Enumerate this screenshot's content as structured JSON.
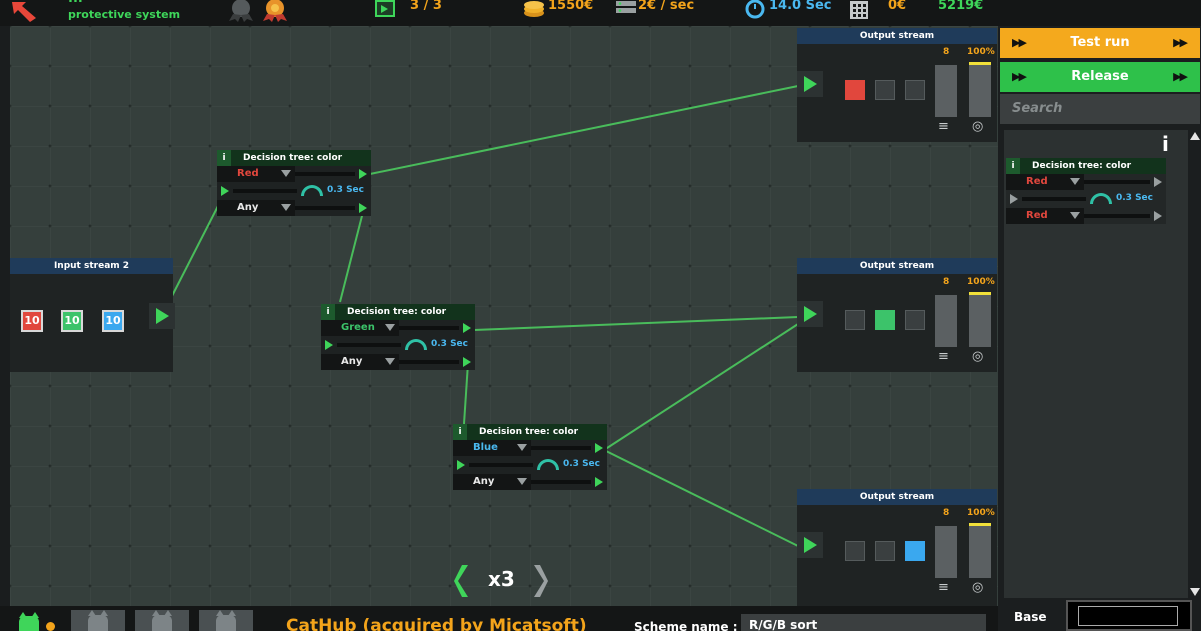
{
  "topbar": {
    "line1": "...",
    "subtitle": "protective system",
    "counter": "3 / 3",
    "money": "1550€",
    "income": "2€ / sec",
    "timer": "14.0 Sec",
    "cost": "0€",
    "total": "5219€"
  },
  "input_stream": {
    "title": "Input stream 2",
    "chips": [
      {
        "label": "10",
        "color": "#e1473d"
      },
      {
        "label": "10",
        "color": "#3cc36a"
      },
      {
        "label": "10",
        "color": "#3aa8ef"
      }
    ]
  },
  "output_streams": [
    {
      "title": "Output stream",
      "count": "8",
      "percent": "100%",
      "active_slot": 0,
      "active_color": "#e1473d"
    },
    {
      "title": "Output stream",
      "count": "8",
      "percent": "100%",
      "active_slot": 1,
      "active_color": "#3cc36a"
    },
    {
      "title": "Output stream",
      "count": "8",
      "percent": "100%",
      "active_slot": 2,
      "active_color": "#3aa8ef"
    }
  ],
  "nodes": [
    {
      "info": "i",
      "title": "Decision tree: color",
      "match": "Red",
      "match_color": "#e1473d",
      "speed": "0.3 Sec",
      "other": "Any"
    },
    {
      "info": "i",
      "title": "Decision tree: color",
      "match": "Green",
      "match_color": "#3cc36a",
      "speed": "0.3 Sec",
      "other": "Any"
    },
    {
      "info": "i",
      "title": "Decision tree: color",
      "match": "Blue",
      "match_color": "#4ab8f0",
      "speed": "0.3 Sec",
      "other": "Any"
    }
  ],
  "speed_control": {
    "label": "x3"
  },
  "right_panel": {
    "test_run": "Test run",
    "release": "Release",
    "search_placeholder": "Search",
    "info": "i",
    "library_node": {
      "info": "i",
      "title": "Decision tree: color",
      "match": "Red",
      "speed": "0.3 Sec",
      "other": "Red"
    }
  },
  "bottom": {
    "company": "CatHub (acquired by Micatsoft)",
    "scheme_label": "Scheme name :",
    "scheme_value": "R/G/B sort",
    "base": "Base"
  },
  "colors": {
    "accent_green": "#3fd55a",
    "test_run_bg": "#f4a91d",
    "release_bg": "#2ec14a",
    "panel_header": "#1f3b5a"
  }
}
